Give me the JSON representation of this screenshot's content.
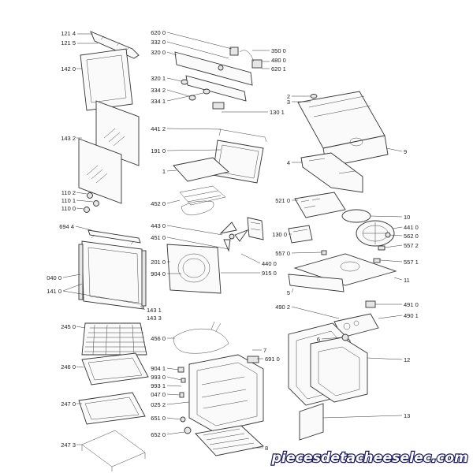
{
  "labels": {
    "l1214": "121 4",
    "l1215": "121 5",
    "l1420": "142 0",
    "l1432": "143 2",
    "l1102": "110 2",
    "l1101": "110 1",
    "l1100": "110 0",
    "l6944": "694 4",
    "l0400": "040 0",
    "l1410": "141 0",
    "l1431": "143 1",
    "l1433": "143 3",
    "l2450": "245 0",
    "l2460": "246 0",
    "l2470": "247 0",
    "l2473": "247 3",
    "l6200": "620 0",
    "l3320": "332 0",
    "l3200": "320 0",
    "l3201": "320 1",
    "l3342": "334 2",
    "l3341": "334 1",
    "l1301": "130 1",
    "l3500": "350 0",
    "l4800": "480 0",
    "l6201": "620 1",
    "l4412": "441 2",
    "l1910": "191 0",
    "l1": "1",
    "l4520": "452 0",
    "l4430": "443 0",
    "l4510": "451 0",
    "l2010": "201 0",
    "l9040": "904 0",
    "l4400": "440 0",
    "l9150": "915 0",
    "l4560": "456 0",
    "l9041": "904 1",
    "l9930": "993 0",
    "l9931": "993 1",
    "l0470": "047 0",
    "l0252": "025 2",
    "l6510": "651 0",
    "l6520": "652 0",
    "l7": "7",
    "l6910": "691 0",
    "l8": "8",
    "l2": "2",
    "l3": "3",
    "l9": "9",
    "l4": "4",
    "l5210": "521 0",
    "l10": "10",
    "l4410": "441 0",
    "l1300": "130 0",
    "l5620": "562 0",
    "l5572": "557 2",
    "l5570": "557 0",
    "l5571": "557 1",
    "l11": "11",
    "l5": "5",
    "l4902": "490 2",
    "l4910": "491 0",
    "l4901": "490 1",
    "l6": "6",
    "l12": "12",
    "l13": "13"
  },
  "watermark": "piecesdetacheeselec.com"
}
